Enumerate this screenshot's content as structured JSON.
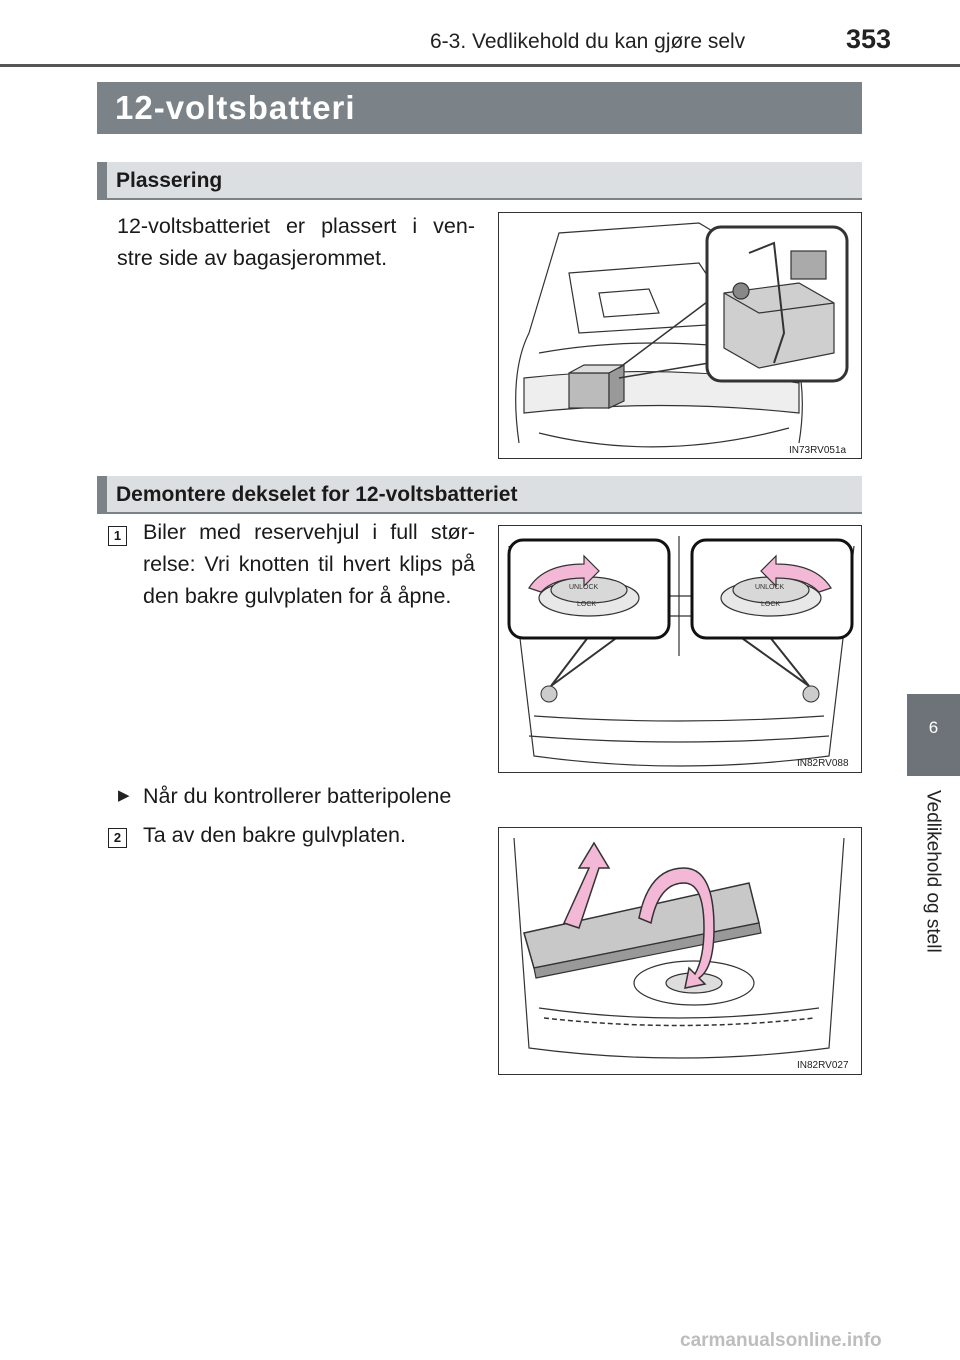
{
  "header": {
    "section_ref": "6-3. Vedlikehold du kan gjøre selv",
    "page_number": "353"
  },
  "title": "12-voltsbatteri",
  "sections": [
    {
      "heading": "Plassering",
      "text": "12-voltsbatteriet er plassert i ven- stre side av bagasjerommet.",
      "figure_code": "IN73RV051a"
    },
    {
      "heading": "Demontere dekselet for 12-voltsbatteriet",
      "steps": [
        {
          "number": "1",
          "text": "Biler med reservehjul i full stør- relse: Vri knotten til hvert klips på den bakre gulvplaten for å åpne.",
          "figure_code": "IN82RV088"
        },
        {
          "number": "2",
          "text": "Ta av den bakre gulvplaten.",
          "figure_code": "IN82RV027"
        }
      ],
      "bullet": "Når du kontrollerer batteripolene",
      "knob_labels": {
        "unlock": "UNLOCK",
        "lock": "LOCK"
      }
    }
  ],
  "side_tab": {
    "number": "6",
    "label": "Vedlikehold og stell"
  },
  "watermark": "carmanualsonline.info",
  "colors": {
    "title_bar": "#7b8389",
    "section_bg": "#dcdfe1",
    "side_tab": "#6d7378",
    "arrow_pink": "#f2b8d6"
  }
}
